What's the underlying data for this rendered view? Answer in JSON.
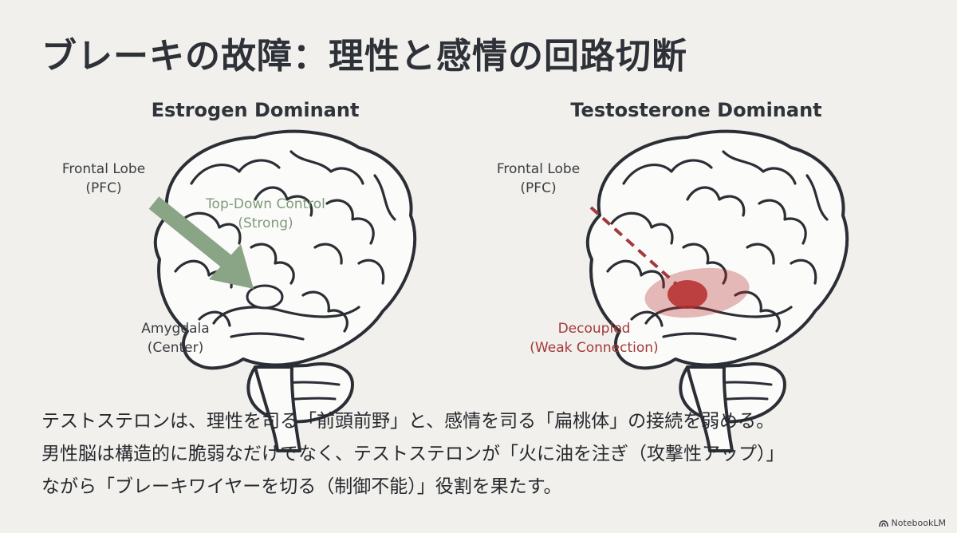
{
  "title": "ブレーキの故障：理性と感情の回路切断",
  "panels": {
    "left": {
      "heading": "Estrogen Dominant",
      "frontal_lobe": [
        "Frontal Lobe",
        "(PFC)"
      ],
      "control_label": [
        "Top-Down Control",
        "(Strong)"
      ],
      "amygdala": [
        "Amygdala",
        "(Center)"
      ],
      "arrow_color": "#8aa486"
    },
    "right": {
      "heading": "Testosterone Dominant",
      "frontal_lobe": [
        "Frontal Lobe",
        "(PFC)"
      ],
      "decoupled_label": [
        "Decoupled",
        "(Weak Connection)"
      ],
      "highlight_color": "#b42a2a"
    }
  },
  "body": [
    "テストステロンは、理性を司る「前頭前野」と、感情を司る「扁桃体」の接続を弱める。",
    "男性脳は構造的に脆弱なだけでなく、テストステロンが「火に油を注ぎ（攻撃性アップ）」",
    "ながら「ブレーキワイヤーを切る（制御不能）」役割を果たす。"
  ],
  "brand": "NotebookLM"
}
